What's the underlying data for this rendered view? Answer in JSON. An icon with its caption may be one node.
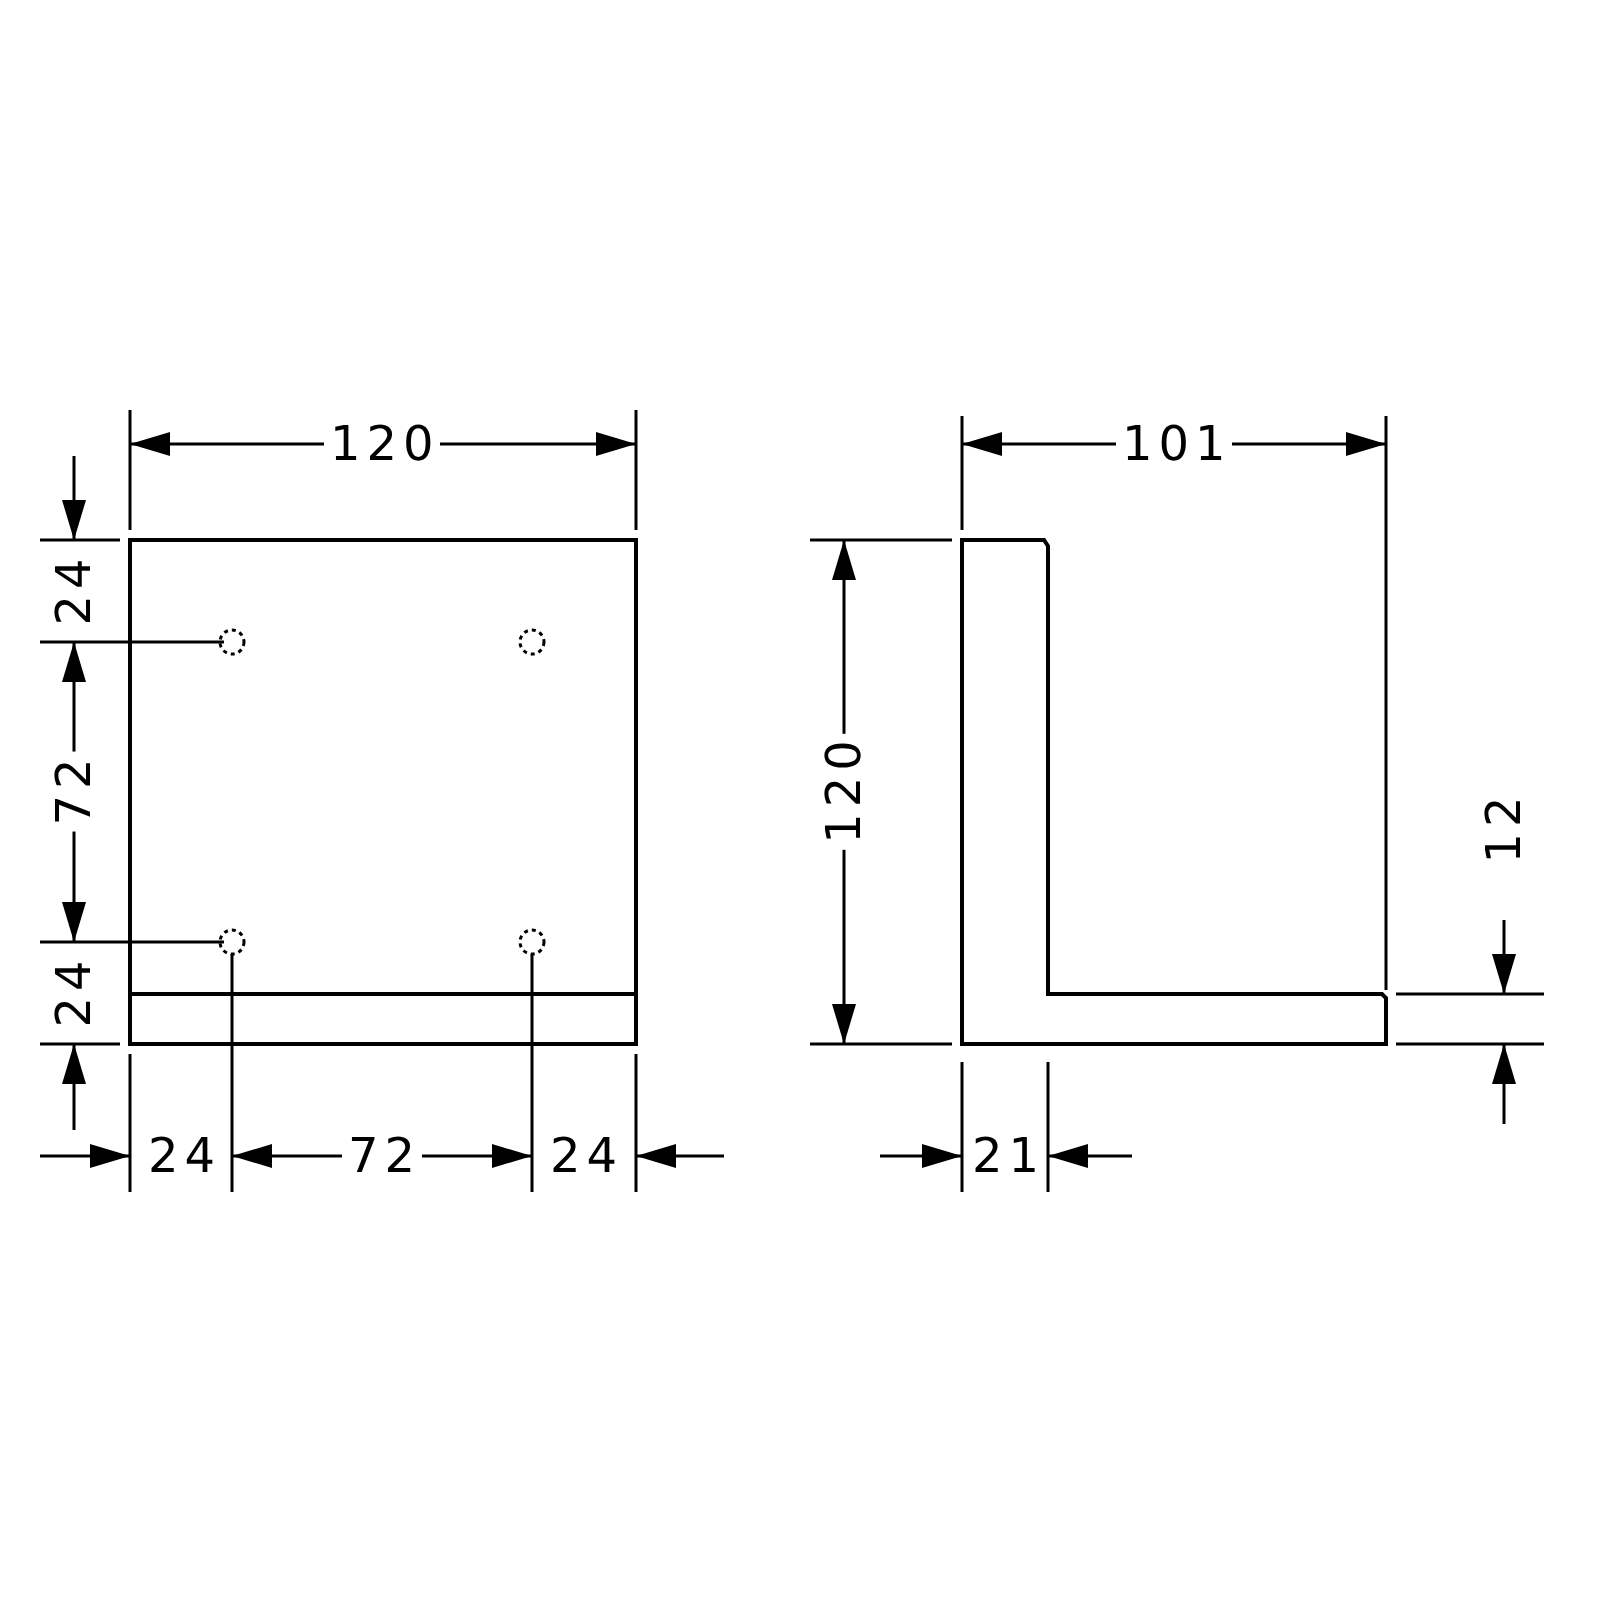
{
  "diagram": {
    "labels": [
      "120",
      "101",
      "24",
      "120",
      "12",
      "72",
      "24",
      "24",
      "72",
      "24",
      "21"
    ]
  }
}
